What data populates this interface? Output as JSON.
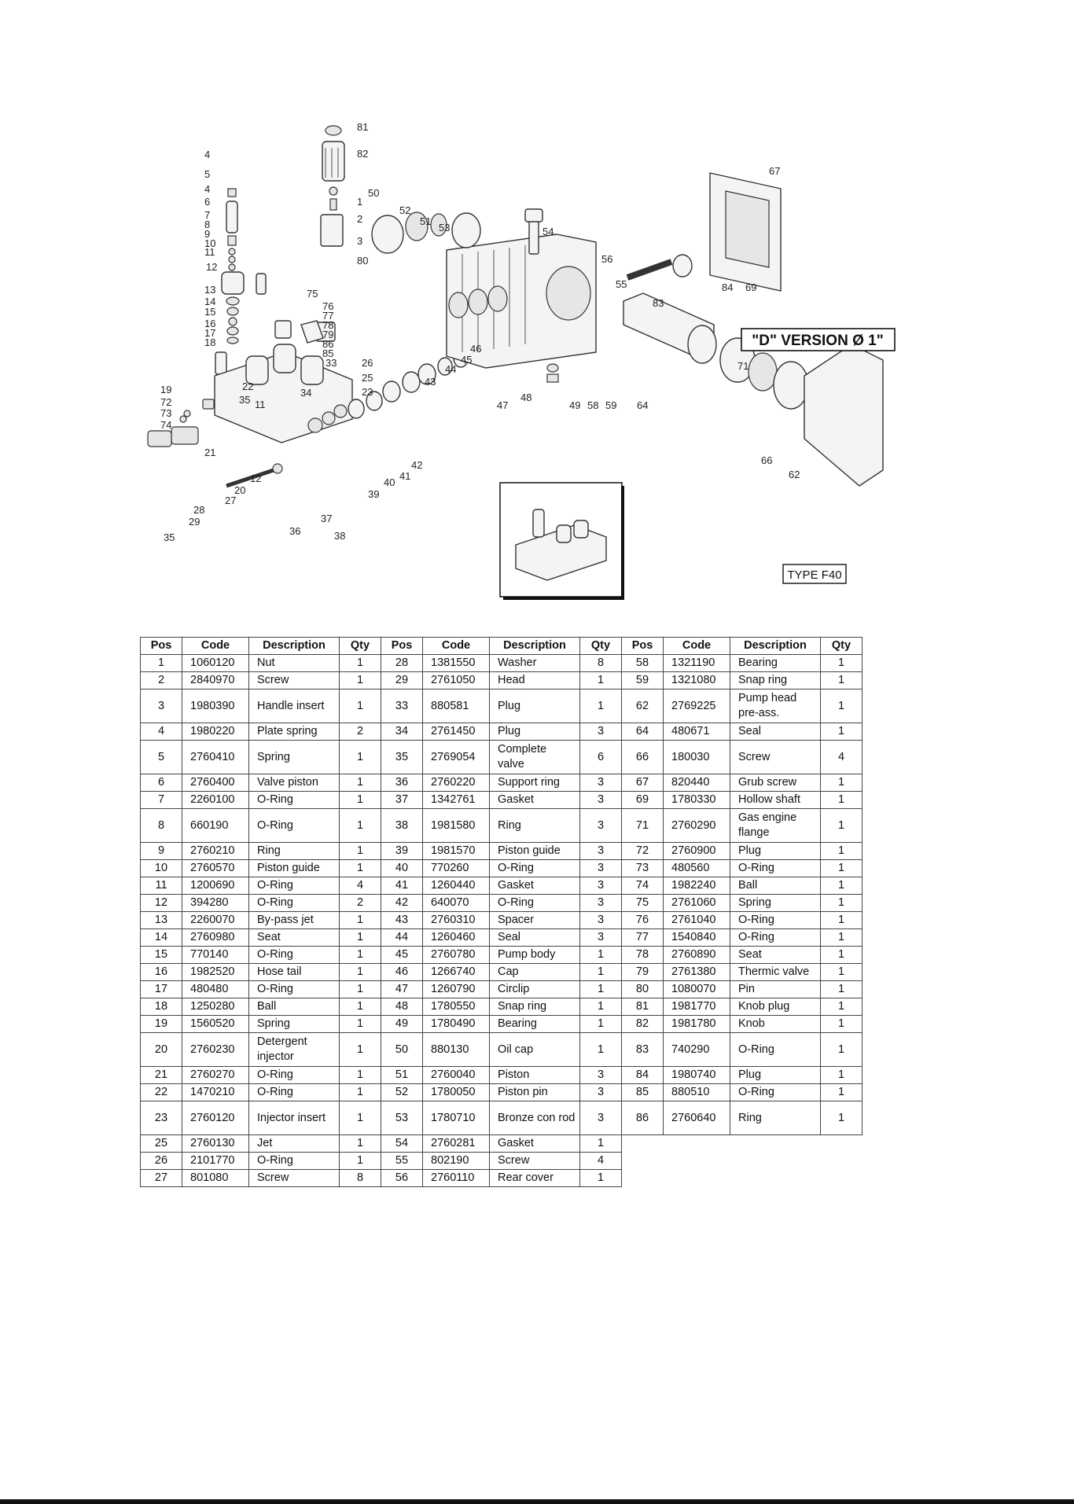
{
  "diagram": {
    "version_label": "\"D\" VERSION Ø 1\"",
    "type_label": "TYPE F40",
    "callouts": [
      "81",
      "82",
      "1",
      "2",
      "3",
      "80",
      "4",
      "5",
      "4",
      "6",
      "7",
      "8",
      "9",
      "10",
      "11",
      "12",
      "13",
      "14",
      "15",
      "16",
      "17",
      "18",
      "19",
      "72",
      "73",
      "74",
      "75",
      "76",
      "77",
      "78",
      "79",
      "86",
      "85",
      "33",
      "34",
      "11",
      "35",
      "22",
      "26",
      "25",
      "23",
      "21",
      "12",
      "20",
      "27",
      "28",
      "29",
      "35",
      "36",
      "37",
      "38",
      "39",
      "40",
      "41",
      "42",
      "43",
      "44",
      "45",
      "46",
      "47",
      "48",
      "49",
      "50",
      "52",
      "51",
      "53",
      "54",
      "56",
      "55",
      "83",
      "84",
      "69",
      "67",
      "58",
      "59",
      "64",
      "71",
      "66",
      "62"
    ]
  },
  "table": {
    "headers": [
      "Pos",
      "Code",
      "Description",
      "Qty",
      "Pos",
      "Code",
      "Description",
      "Qty",
      "Pos",
      "Code",
      "Description",
      "Qty"
    ],
    "rows": [
      [
        [
          "1",
          "1060120",
          "Nut",
          "1"
        ],
        [
          "28",
          "1381550",
          "Washer",
          "8"
        ],
        [
          "58",
          "1321190",
          "Bearing",
          "1"
        ]
      ],
      [
        [
          "2",
          "2840970",
          "Screw",
          "1"
        ],
        [
          "29",
          "2761050",
          "Head",
          "1"
        ],
        [
          "59",
          "1321080",
          "Snap ring",
          "1"
        ]
      ],
      [
        [
          "3",
          "1980390",
          "Handle insert",
          "1"
        ],
        [
          "33",
          "880581",
          "Plug",
          "1"
        ],
        [
          "62",
          "2769225",
          "Pump head pre-ass.",
          "1"
        ]
      ],
      [
        [
          "4",
          "1980220",
          "Plate spring",
          "2"
        ],
        [
          "34",
          "2761450",
          "Plug",
          "3"
        ],
        [
          "64",
          "480671",
          "Seal",
          "1"
        ]
      ],
      [
        [
          "5",
          "2760410",
          "Spring",
          "1"
        ],
        [
          "35",
          "2769054",
          "Complete valve",
          "6"
        ],
        [
          "66",
          "180030",
          "Screw",
          "4"
        ]
      ],
      [
        [
          "6",
          "2760400",
          "Valve piston",
          "1"
        ],
        [
          "36",
          "2760220",
          "Support ring",
          "3"
        ],
        [
          "67",
          "820440",
          "Grub screw",
          "1"
        ]
      ],
      [
        [
          "7",
          "2260100",
          "O-Ring",
          "1"
        ],
        [
          "37",
          "1342761",
          "Gasket",
          "3"
        ],
        [
          "69",
          "1780330",
          "Hollow shaft",
          "1"
        ]
      ],
      [
        [
          "8",
          "660190",
          "O-Ring",
          "1"
        ],
        [
          "38",
          "1981580",
          "Ring",
          "3"
        ],
        [
          "71",
          "2760290",
          "Gas engine flange",
          "1"
        ]
      ],
      [
        [
          "9",
          "2760210",
          "Ring",
          "1"
        ],
        [
          "39",
          "1981570",
          "Piston guide",
          "3"
        ],
        [
          "72",
          "2760900",
          "Plug",
          "1"
        ]
      ],
      [
        [
          "10",
          "2760570",
          "Piston guide",
          "1"
        ],
        [
          "40",
          "770260",
          "O-Ring",
          "3"
        ],
        [
          "73",
          "480560",
          "O-Ring",
          "1"
        ]
      ],
      [
        [
          "11",
          "1200690",
          "O-Ring",
          "4"
        ],
        [
          "41",
          "1260440",
          "Gasket",
          "3"
        ],
        [
          "74",
          "1982240",
          "Ball",
          "1"
        ]
      ],
      [
        [
          "12",
          "394280",
          "O-Ring",
          "2"
        ],
        [
          "42",
          "640070",
          "O-Ring",
          "3"
        ],
        [
          "75",
          "2761060",
          "Spring",
          "1"
        ]
      ],
      [
        [
          "13",
          "2260070",
          "By-pass jet",
          "1"
        ],
        [
          "43",
          "2760310",
          "Spacer",
          "3"
        ],
        [
          "76",
          "2761040",
          "O-Ring",
          "1"
        ]
      ],
      [
        [
          "14",
          "2760980",
          "Seat",
          "1"
        ],
        [
          "44",
          "1260460",
          "Seal",
          "3"
        ],
        [
          "77",
          "1540840",
          "O-Ring",
          "1"
        ]
      ],
      [
        [
          "15",
          "770140",
          "O-Ring",
          "1"
        ],
        [
          "45",
          "2760780",
          "Pump body",
          "1"
        ],
        [
          "78",
          "2760890",
          "Seat",
          "1"
        ]
      ],
      [
        [
          "16",
          "1982520",
          "Hose tail",
          "1"
        ],
        [
          "46",
          "1266740",
          "Cap",
          "1"
        ],
        [
          "79",
          "2761380",
          "Thermic valve",
          "1"
        ]
      ],
      [
        [
          "17",
          "480480",
          "O-Ring",
          "1"
        ],
        [
          "47",
          "1260790",
          "Circlip",
          "1"
        ],
        [
          "80",
          "1080070",
          "Pin",
          "1"
        ]
      ],
      [
        [
          "18",
          "1250280",
          "Ball",
          "1"
        ],
        [
          "48",
          "1780550",
          "Snap ring",
          "1"
        ],
        [
          "81",
          "1981770",
          "Knob plug",
          "1"
        ]
      ],
      [
        [
          "19",
          "1560520",
          "Spring",
          "1"
        ],
        [
          "49",
          "1780490",
          "Bearing",
          "1"
        ],
        [
          "82",
          "1981780",
          "Knob",
          "1"
        ]
      ],
      [
        [
          "20",
          "2760230",
          "Detergent injector",
          "1"
        ],
        [
          "50",
          "880130",
          "Oil cap",
          "1"
        ],
        [
          "83",
          "740290",
          "O-Ring",
          "1"
        ]
      ],
      [
        [
          "21",
          "2760270",
          "O-Ring",
          "1"
        ],
        [
          "51",
          "2760040",
          "Piston",
          "3"
        ],
        [
          "84",
          "1980740",
          "Plug",
          "1"
        ]
      ],
      [
        [
          "22",
          "1470210",
          "O-Ring",
          "1"
        ],
        [
          "52",
          "1780050",
          "Piston pin",
          "3"
        ],
        [
          "85",
          "880510",
          "O-Ring",
          "1"
        ]
      ],
      [
        [
          "23",
          "2760120",
          "Injector insert",
          "1"
        ],
        [
          "53",
          "1780710",
          "Bronze con rod",
          "3"
        ],
        [
          "86",
          "2760640",
          "Ring",
          "1"
        ]
      ],
      [
        [
          "25",
          "2760130",
          "Jet",
          "1"
        ],
        [
          "54",
          "2760281",
          "Gasket",
          "1"
        ],
        null
      ],
      [
        [
          "26",
          "2101770",
          "O-Ring",
          "1"
        ],
        [
          "55",
          "802190",
          "Screw",
          "4"
        ],
        null
      ],
      [
        [
          "27",
          "801080",
          "Screw",
          "8"
        ],
        [
          "56",
          "2760110",
          "Rear cover",
          "1"
        ],
        null
      ]
    ]
  }
}
